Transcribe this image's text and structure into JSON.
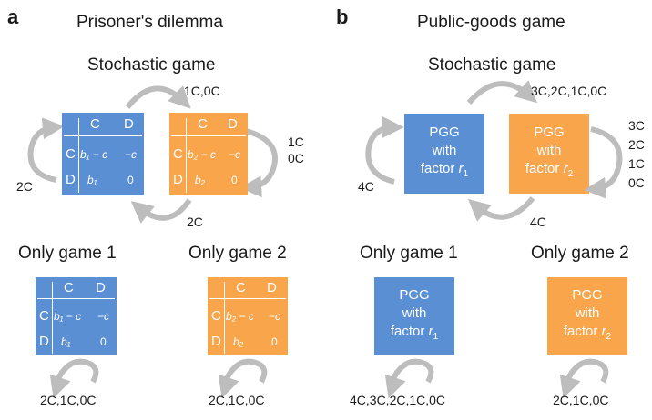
{
  "colors": {
    "blue": "#5b8fd3",
    "orange": "#f8a54c",
    "arrow": "#bdbdbd"
  },
  "panel_a": {
    "letter": "a",
    "title": "Prisoner's dilemma",
    "stochastic_label": "Stochastic game",
    "only1_label": "Only game 1",
    "only2_label": "Only game 2",
    "edges": {
      "g1_to_g2": "1C,0C",
      "g2_self": [
        "1C",
        "0C"
      ],
      "g1_self": "2C",
      "g2_to_g1": "2C",
      "only1_self": "2C,1C,0C",
      "only2_self": "2C,1C,0C"
    },
    "matrix1": {
      "col1": "C",
      "col2": "D",
      "row1": "C",
      "row2": "D",
      "cc": "b₁ − c",
      "cd": "−c",
      "dc": "b₁",
      "dd": "0"
    },
    "matrix2": {
      "col1": "C",
      "col2": "D",
      "row1": "C",
      "row2": "D",
      "cc": "b₂ − c",
      "cd": "−c",
      "dc": "b₂",
      "dd": "0"
    }
  },
  "panel_b": {
    "letter": "b",
    "title": "Public-goods game",
    "stochastic_label": "Stochastic game",
    "only1_label": "Only game 1",
    "only2_label": "Only game 2",
    "edges": {
      "g1_to_g2": "3C,2C,1C,0C",
      "g2_self": [
        "3C",
        "2C",
        "1C",
        "0C"
      ],
      "g1_self": "4C",
      "g2_to_g1": "4C",
      "only1_self": "4C,3C,2C,1C,0C",
      "only2_self": "2C,1C,0C"
    },
    "pgg1": {
      "line1": "PGG",
      "line2": "with",
      "line3": "factor",
      "factor": "r",
      "sub": "1"
    },
    "pgg2": {
      "line1": "PGG",
      "line2": "with",
      "line3": "factor",
      "factor": "r",
      "sub": "2"
    }
  }
}
